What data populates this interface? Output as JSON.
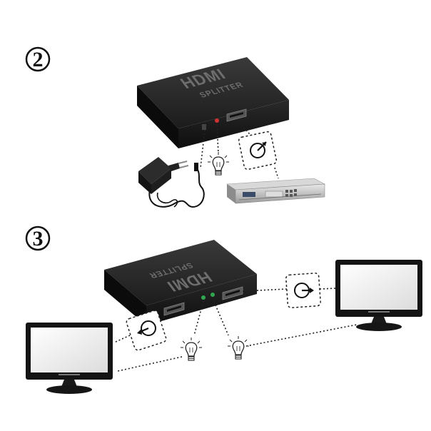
{
  "steps": [
    {
      "number": "2",
      "device_logo": "HDMI",
      "device_name": "SPLITTER",
      "devices": [
        "hdmi-splitter",
        "power-adapter",
        "set-top-box",
        "led-indicator-icon",
        "hdmi-connect-icon"
      ]
    },
    {
      "number": "3",
      "device_logo": "HDMI",
      "device_name": "SPLITTER",
      "devices": [
        "hdmi-splitter",
        "tv-monitor-left",
        "tv-monitor-right",
        "led-indicator-icon",
        "hdmi-connect-icon"
      ]
    }
  ],
  "colors": {
    "device": "#222222",
    "device_top": "#2b2b2b",
    "led": "#d3312f",
    "led_green": "#2fa84f",
    "line": "#333333"
  }
}
